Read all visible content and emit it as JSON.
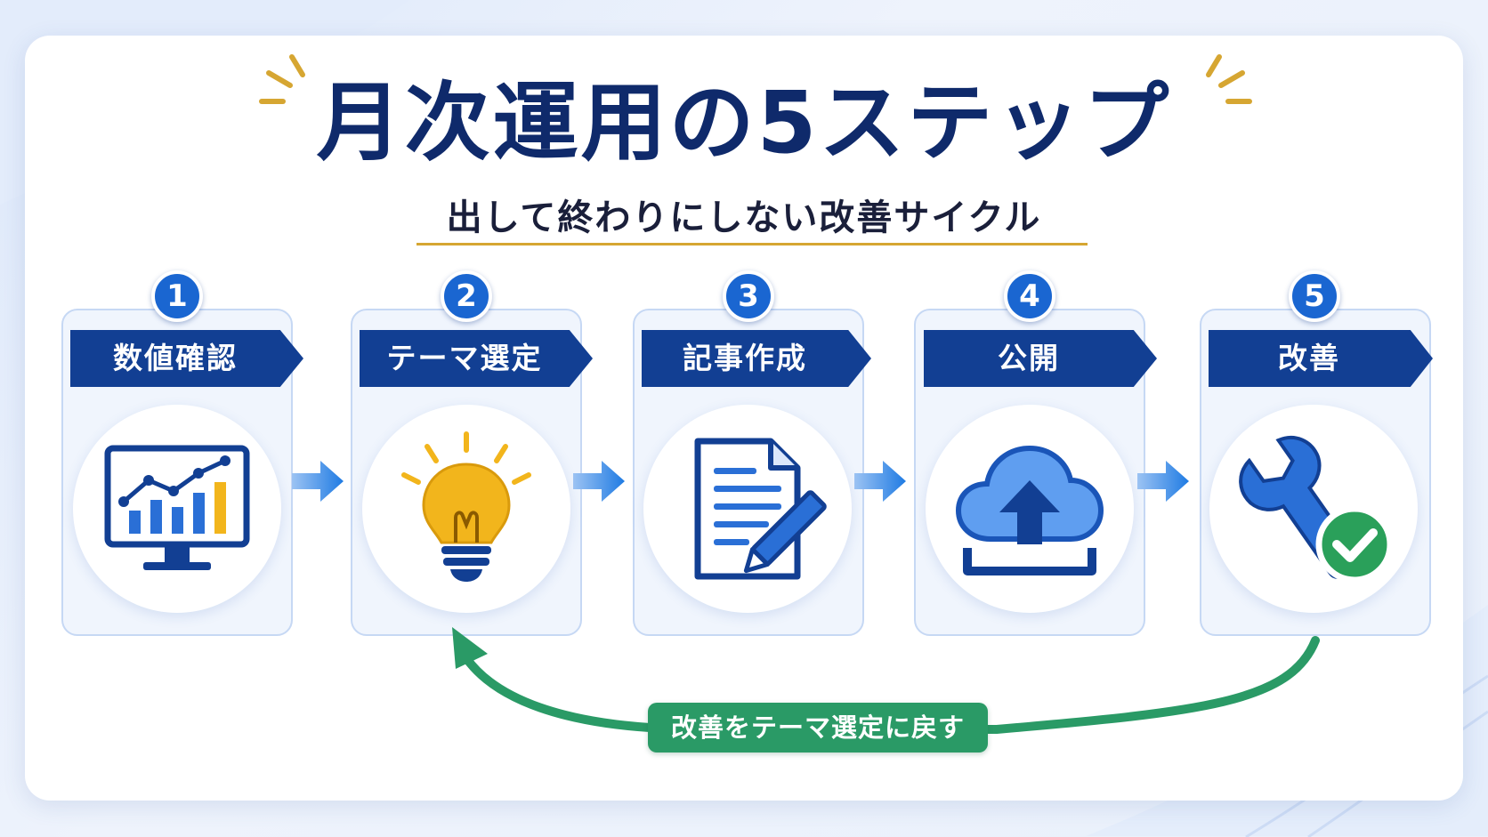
{
  "title": "月次運用の5ステップ",
  "subtitle": "出して終わりにしない改善サイクル",
  "colors": {
    "navy": "#0f2a6b",
    "label_bg": "#123f93",
    "number_blue": "#1a66d1",
    "arrow_blue": "#1f7be3",
    "loop_green": "#2a9a66",
    "accent_gold": "#d6a632"
  },
  "steps": [
    {
      "number": "1",
      "label": "数値確認",
      "icon": "analytics-monitor-icon"
    },
    {
      "number": "2",
      "label": "テーマ選定",
      "icon": "lightbulb-icon"
    },
    {
      "number": "3",
      "label": "記事作成",
      "icon": "document-pen-icon"
    },
    {
      "number": "4",
      "label": "公開",
      "icon": "cloud-upload-icon"
    },
    {
      "number": "5",
      "label": "改善",
      "icon": "wrench-check-icon"
    }
  ],
  "loop": {
    "label": "改善をテーマ選定に戻す"
  }
}
